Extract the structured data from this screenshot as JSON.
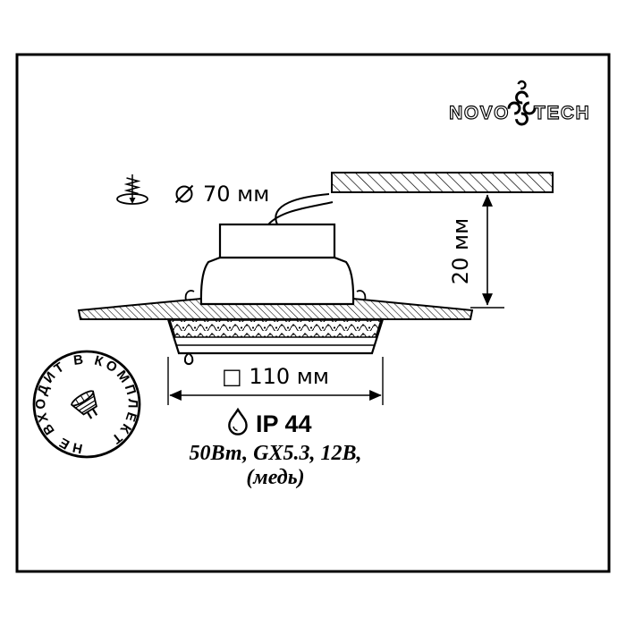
{
  "colors": {
    "ink": "#000000",
    "background": "#ffffff"
  },
  "logo": {
    "name_left": "NOVO",
    "name_right": "TECH"
  },
  "drawing": {
    "cutout_diameter_label": "70 мм",
    "recess_depth_label": "20 мм",
    "width_label": "□ 110 мм"
  },
  "specs": {
    "ip_rating": "IP 44",
    "electrical": "50Вт, GX5.3, 12В,",
    "material": "(медь)"
  },
  "badge": {
    "text": "НЕ ВХОДИТ В КОМПЛЕКТ"
  },
  "icons": {
    "logo_mark": "pinwheel-flower-icon",
    "cutout": "mounting-screw-icon",
    "diameter_symbol": "⌀",
    "square_symbol": "□",
    "ip": "water-drop-icon",
    "badge_lamp": "mr16-lamp-icon"
  }
}
